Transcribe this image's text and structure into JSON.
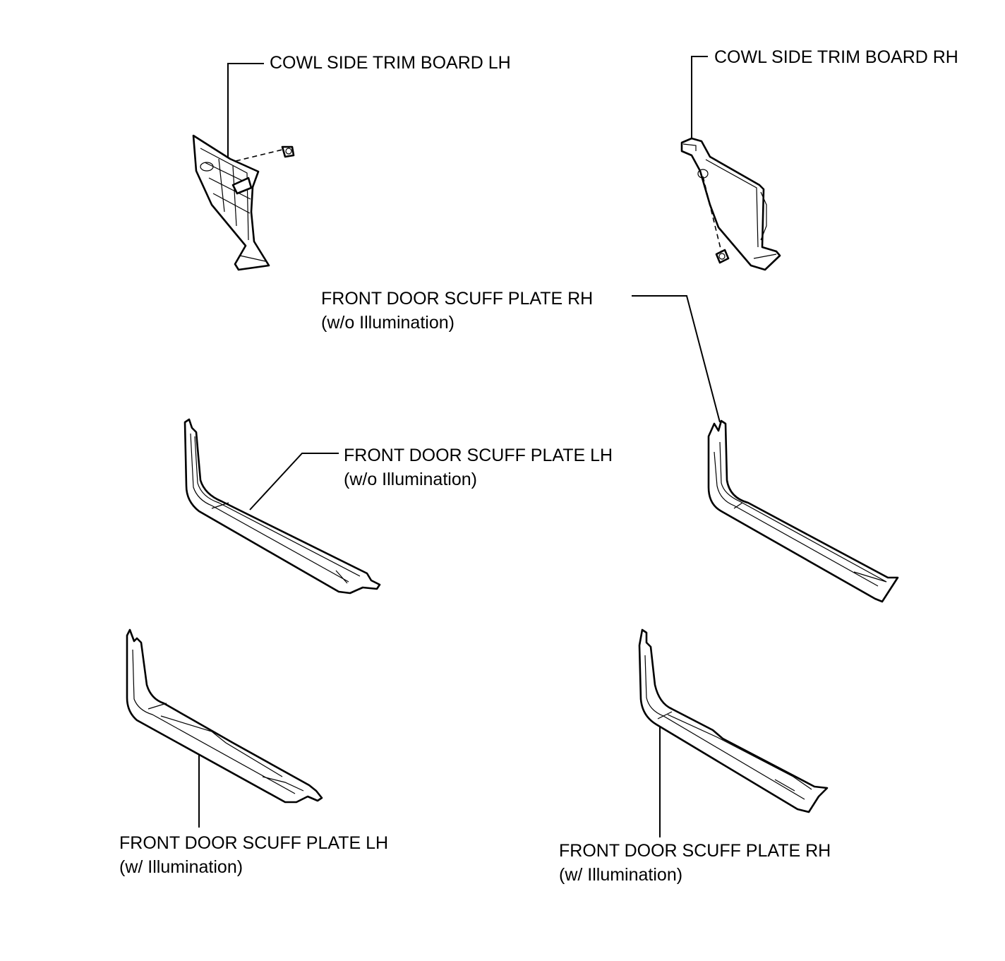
{
  "labels": {
    "cowl_lh": {
      "line1": "COWL SIDE TRIM BOARD LH"
    },
    "cowl_rh": {
      "line1": "COWL SIDE TRIM BOARD RH"
    },
    "scuff_rh_wo": {
      "line1": "FRONT DOOR SCUFF PLATE RH",
      "line2": "(w/o Illumination)"
    },
    "scuff_lh_wo": {
      "line1": "FRONT DOOR SCUFF PLATE LH",
      "line2": "(w/o Illumination)"
    },
    "scuff_lh_w": {
      "line1": "FRONT DOOR SCUFF PLATE LH",
      "line2": "(w/ Illumination)"
    },
    "scuff_rh_w": {
      "line1": "FRONT DOOR SCUFF PLATE RH",
      "line2": "(w/ Illumination)"
    }
  },
  "colors": {
    "line": "#000000",
    "background": "#ffffff"
  }
}
